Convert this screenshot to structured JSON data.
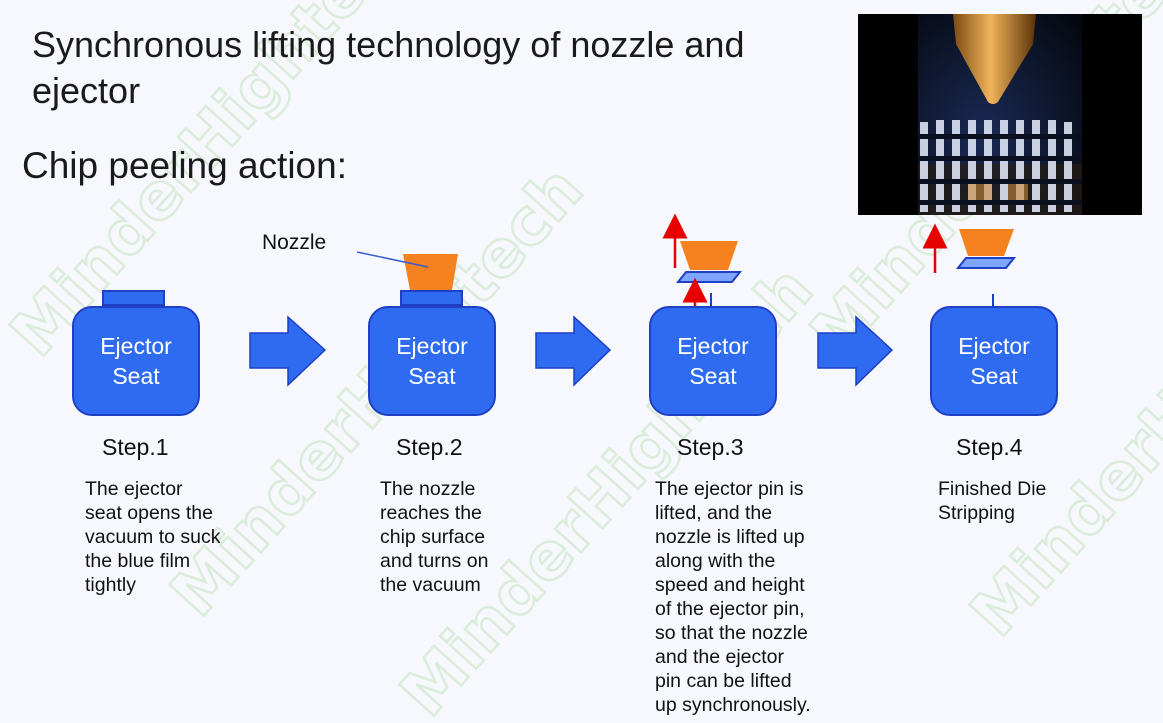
{
  "title": "Synchronous lifting technology of nozzle and ejector",
  "subtitle": "Chip peeling action:",
  "nozzle_label": "Nozzle",
  "seat_line1": "Ejector",
  "seat_line2": "Seat",
  "watermark": "MinderHightech",
  "steps": [
    {
      "label": "Step.1",
      "desc": "The ejector\nseat opens the\nvacuum to suck\nthe blue film\ntightly"
    },
    {
      "label": "Step.2",
      "desc": "The nozzle\nreaches the\nchip surface\nand turns on\nthe vacuum"
    },
    {
      "label": "Step.3",
      "desc": "The ejector pin is\nlifted, and the\nnozzle is lifted up\nalong with the\nspeed and height\nof the ejector pin,\nso that the nozzle\nand the ejector\npin can be lifted\nup synchronously."
    },
    {
      "label": "Step.4",
      "desc": "Finished Die\nStripping"
    }
  ],
  "colors": {
    "seat": "#2f6bf0",
    "nozzle": "#f5821f",
    "lift_arrow": "#e60000",
    "flow_arrow": "#2f6bf0"
  }
}
